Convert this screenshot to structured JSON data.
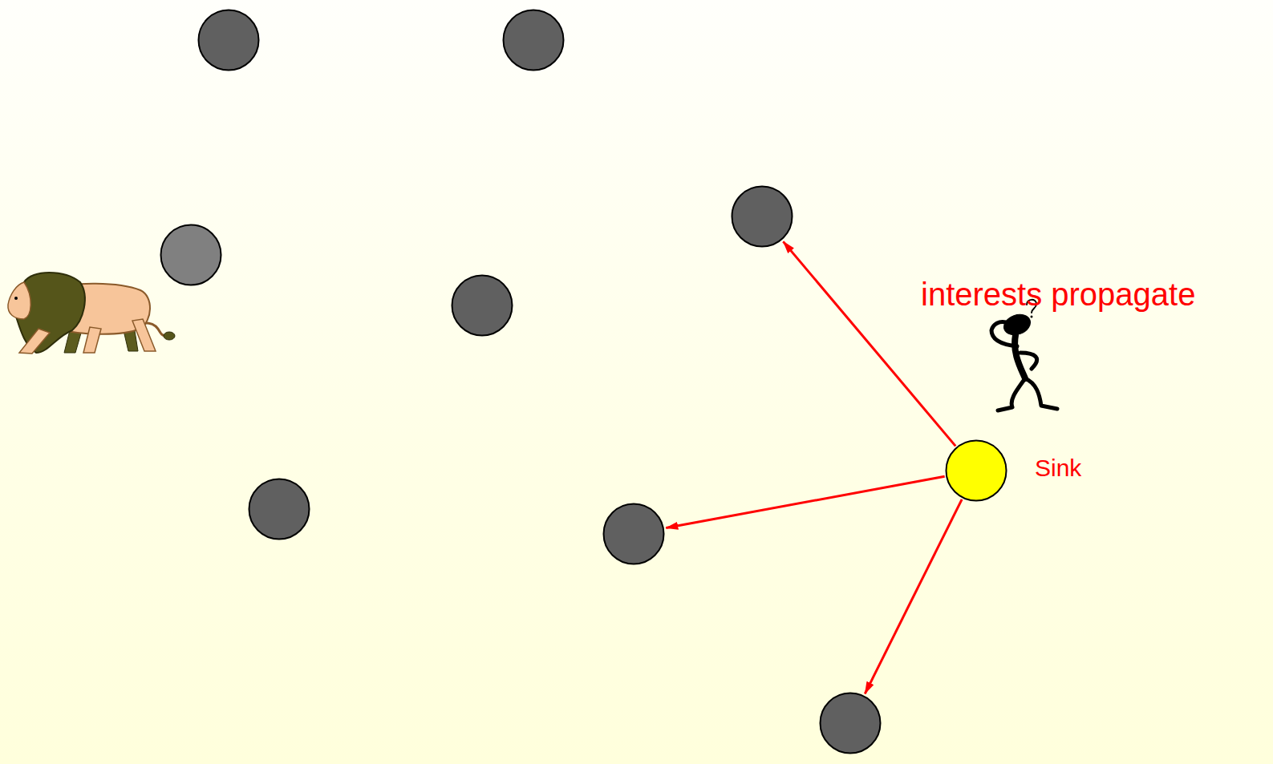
{
  "diagram": {
    "nodes": [
      {
        "text": []
      },
      {
        "text": []
      },
      {
        "text": []
      },
      {
        "text": []
      },
      {
        "text": []
      },
      {
        "text": [
          "Sink"
        ]
      },
      {
        "text": []
      },
      {
        "text": []
      },
      {
        "text": []
      }
    ],
    "edges": [
      {
        "from": 5,
        "to": 2,
        "arrow": "to"
      },
      {
        "from": 5,
        "to": 7,
        "arrow": "to"
      },
      {
        "from": 5,
        "to": 8,
        "arrow": "to"
      }
    ],
    "labels": [
      "interests propagate"
    ]
  }
}
